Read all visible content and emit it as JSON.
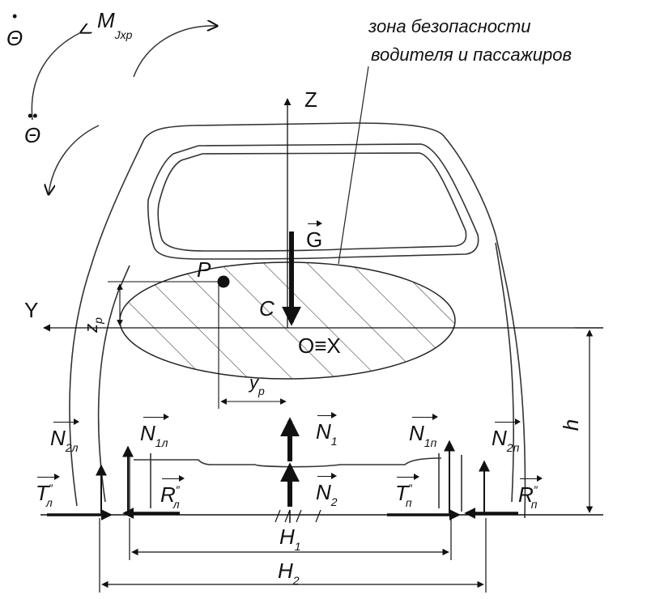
{
  "diagram": {
    "safety_zone_line1": "зона безопасности",
    "safety_zone_line2": "водителя и пассажиров",
    "theta_dot": "Θ",
    "theta_ddot": "Θ",
    "moment": "M",
    "moment_sub": "Jxp",
    "axis_z": "Z",
    "axis_y": "Y",
    "origin": "O≡X",
    "center": "C",
    "point_p": "P",
    "zp": "z",
    "zp_sub": "p",
    "yp": "y",
    "yp_sub": "p",
    "height": "h",
    "G": "G",
    "N1": "N",
    "N1_sub": "1",
    "N2": "N",
    "N2_sub": "2",
    "N1L": "N",
    "N1L_sub": "1л",
    "N2L": "N",
    "N2L_sub": "2л",
    "N1P": "N",
    "N1P_sub": "1п",
    "N2P": "N",
    "N2P_sub": "2п",
    "TL": "T",
    "TL_sup": "″",
    "TL_sub": "л",
    "RL": "R",
    "RL_sup": "″",
    "RL_sub": "л",
    "TP": "T",
    "TP_sup": "″",
    "TP_sub": "п",
    "RP": "R",
    "RP_sup": "″",
    "RP_sub": "п",
    "H1": "H",
    "H1_sub": "1",
    "H2": "H",
    "H2_sub": "2"
  }
}
